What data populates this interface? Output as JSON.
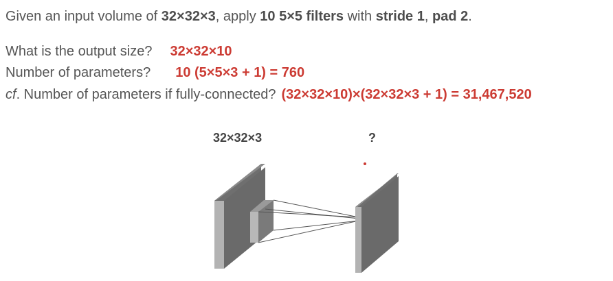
{
  "line1": {
    "prefix": "Given an input volume of ",
    "volume": "32×32×3",
    "mid1": ", apply ",
    "filters": "10 5×5 filters",
    "mid2": " with ",
    "stride": "stride 1",
    "comma": ", ",
    "pad": "pad 2",
    "end": "."
  },
  "q1": {
    "question": "What is the output size?",
    "answer": "32×32×10"
  },
  "q2": {
    "question": "Number of parameters?",
    "answer": "10 (5×5×3 + 1) = 760"
  },
  "q3": {
    "cf": "cf",
    "question": ". Number of parameters if fully-connected?",
    "answer": "(32×32×10)×(32×32×3 + 1) = 31,467,520"
  },
  "figure": {
    "input_label": "32×32×3",
    "output_label": "?"
  },
  "colors": {
    "answer": "#cc3b33",
    "text": "#555555",
    "block_front": "#a9a9a9",
    "block_side": "#6f6f6f"
  }
}
